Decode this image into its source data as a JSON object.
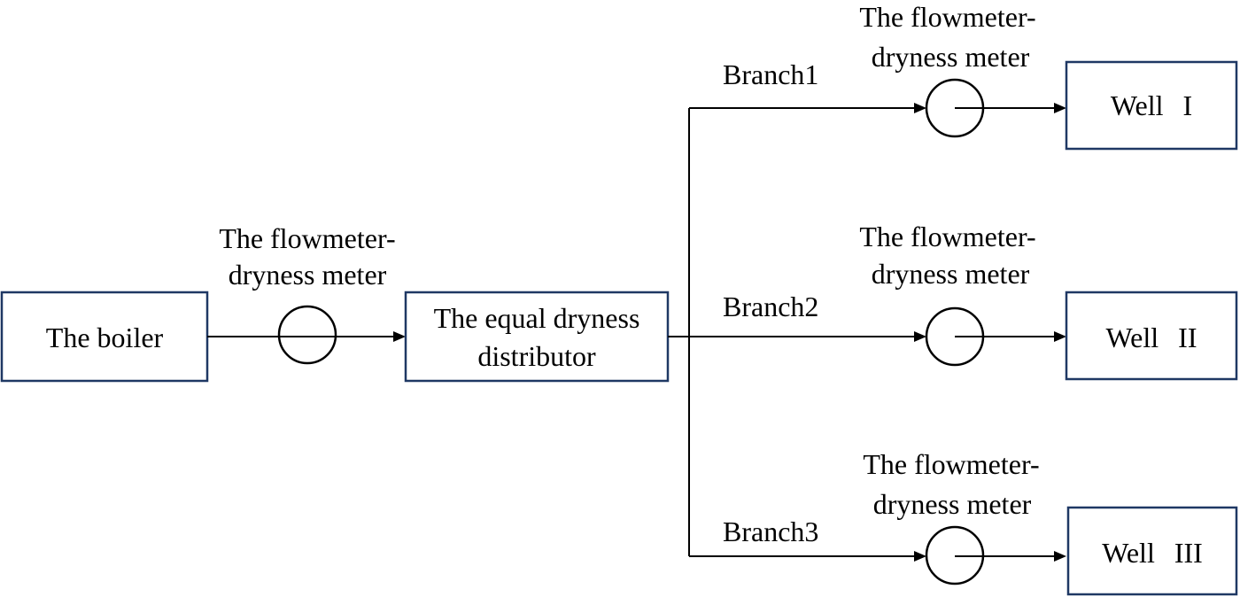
{
  "nodes": {
    "boiler": "The boiler",
    "distributor": [
      "The equal dryness",
      "distributor"
    ],
    "wells": [
      {
        "word": "Well",
        "numeral": "I"
      },
      {
        "word": "Well",
        "numeral": "II"
      },
      {
        "word": "Well",
        "numeral": "III"
      }
    ]
  },
  "meter_label": [
    "The flowmeter-",
    "dryness meter"
  ],
  "branches": [
    "Branch1",
    "Branch2",
    "Branch3"
  ],
  "colors": {
    "box_border": "#1f3864",
    "line": "#000000",
    "text": "#000000"
  }
}
